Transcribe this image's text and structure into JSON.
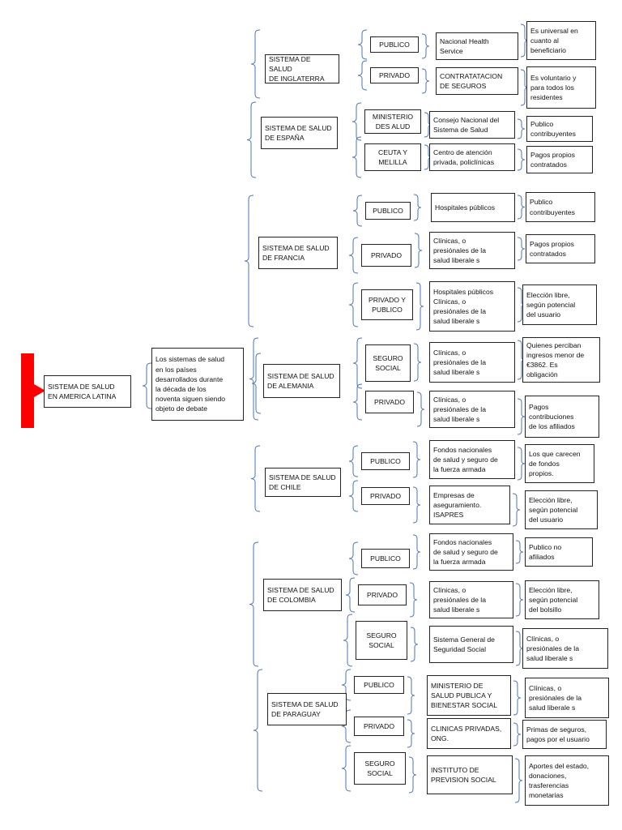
{
  "root": "SISTEMA DE SALUD\nEN AMERICA LATINA",
  "intro": "Los sistemas de salud\nen los países\ndesarrollados durante\nla década de los\nnoventa siguen siendo\nobjeto de debate",
  "countries": [
    {
      "name": "SISTEMA DE SALUD\nDE INGLATERRA",
      "branches": [
        {
          "type": "PUBLICO",
          "detail": "Nacional Health\nService",
          "note": "Es universal en\ncuanto al\nbeneficiario"
        },
        {
          "type": "PRIVADO",
          "detail": "CONTRATATACION\nDE SEGUROS",
          "note": "Es voluntario y\npara todos los\nresidentes"
        }
      ]
    },
    {
      "name": "SISTEMA DE SALUD\nDE ESPAÑA",
      "branches": [
        {
          "type": "MINISTERIO\nDES ALUD",
          "detail": "Consejo Nacional del\nSistema de Salud",
          "note": "Publico\ncontribuyentes"
        },
        {
          "type": "CEUTA Y\nMELILLA",
          "detail": "Centro de atención\nprivada, policlínicas",
          "note": "Pagos propios\ncontratados"
        }
      ]
    },
    {
      "name": "SISTEMA DE SALUD\nDE FRANCIA",
      "branches": [
        {
          "type": "PUBLICO",
          "detail": "Hospitales públicos",
          "note": "Publico\ncontribuyentes"
        },
        {
          "type": "PRIVADO",
          "detail": "Clínicas, o\npresiónales de la\nsalud liberale s",
          "note": "Pagos propios\ncontratados"
        },
        {
          "type": "PRIVADO Y\nPUBLICO",
          "detail": "Hospitales públicos\nClínicas, o\npresiónales de la\nsalud liberale s",
          "note": "Elección libre,\nsegún potencial\ndel usuario"
        }
      ]
    },
    {
      "name": "SISTEMA DE SALUD\nDE ALEMANIA",
      "branches": [
        {
          "type": "SEGURO\nSOCIAL",
          "detail": "Clínicas, o\npresiónales de la\nsalud liberale s",
          "note": "Quienes perciban\ningresos menor de\n€3862. Es\nobligación"
        },
        {
          "type": "PRIVADO",
          "detail": "Clínicas, o\npresiónales de la\nsalud liberale s",
          "note": "Pagos\ncontribuciones\nde los afiliados"
        }
      ]
    },
    {
      "name": "SISTEMA DE SALUD\nDE CHILE",
      "branches": [
        {
          "type": "PUBLICO",
          "detail": "Fondos nacionales\nde salud y seguro de\nla fuerza armada",
          "note": "Los que carecen\nde fondos\npropios."
        },
        {
          "type": "PRIVADO",
          "detail": "Empresas de\naseguramiento.\nISAPRES",
          "note": "Elección libre,\nsegún potencial\ndel usuario"
        }
      ]
    },
    {
      "name": "SISTEMA DE SALUD\nDE COLOMBIA",
      "branches": [
        {
          "type": "PUBLICO",
          "detail": "Fondos nacionales\nde salud y seguro de\nla fuerza armada",
          "note": "Publico no\nafiliados"
        },
        {
          "type": "PRIVADO",
          "detail": "Clínicas, o\npresiónales de la\nsalud liberale s",
          "note": "Elección libre,\nsegún potencial\ndel bolsillo"
        },
        {
          "type": "SEGURO\nSOCIAL",
          "detail": "Sistema General de\nSeguridad Social",
          "note": "Clínicas, o\npresiónales de la\nsalud liberale s"
        }
      ]
    },
    {
      "name": "SISTEMA DE SALUD\nDE PARAGUAY",
      "branches": [
        {
          "type": "PUBLICO",
          "detail": "MINISTERIO DE\nSALUD PUBLICA Y\nBIENESTAR SOCIAL",
          "note": "Clínicas, o\npresiónales de la\nsalud liberale s"
        },
        {
          "type": "PRIVADO",
          "detail": "CLINICAS PRIVADAS,\nONG.",
          "note": "Primas de seguros,\npagos por el usuario"
        },
        {
          "type": "SEGURO\nSOCIAL",
          "detail": "INSTITUTO DE\nPREVISION SOCIAL",
          "note": "Aportes del estado,\ndonaciones,\ntrasferencias\nmonetarias"
        }
      ]
    }
  ],
  "colors": {
    "accent": "#ff0000",
    "brace": "#4a74b8",
    "border": "#222222"
  }
}
